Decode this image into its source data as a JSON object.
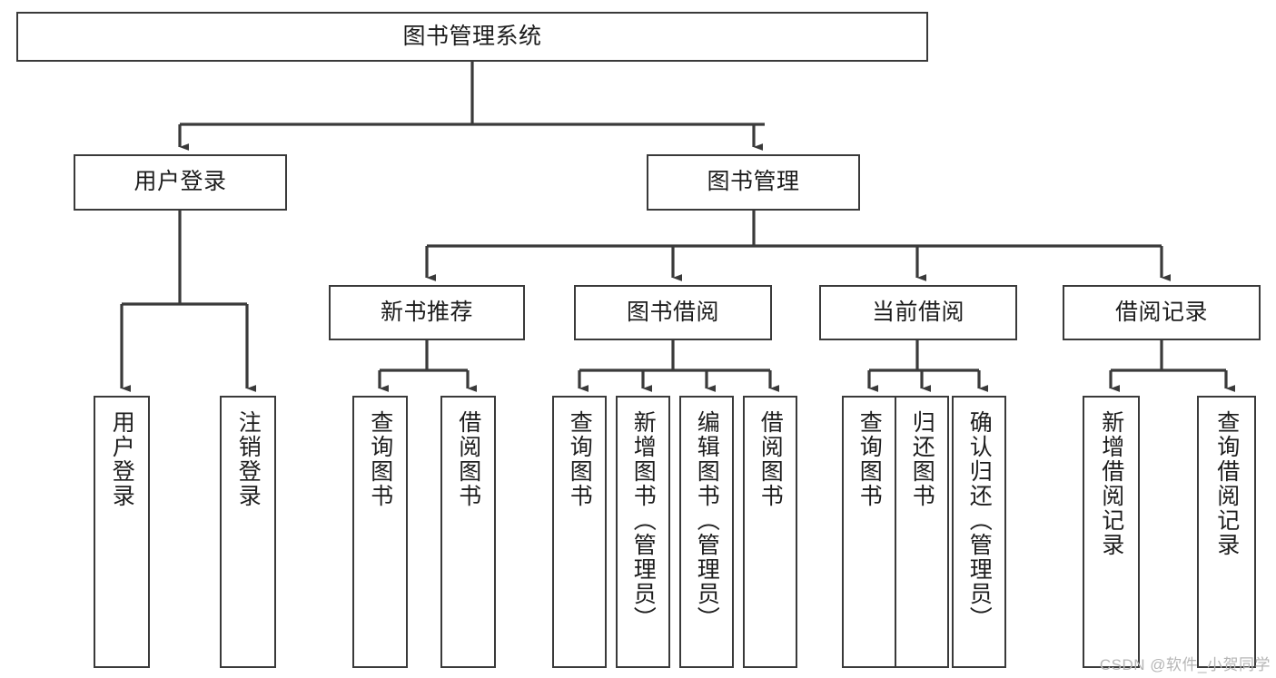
{
  "diagram": {
    "title": "图书管理系统",
    "type": "tree",
    "watermark": "CSDN @软件_小贺同学",
    "colors": {
      "node_border": "#3a3a3a",
      "node_fill": "#ffffff",
      "edge": "#3a3a3a",
      "background": "#ffffff",
      "watermark": "#b6b6b6"
    },
    "levels": {
      "level1": [
        "图书管理系统"
      ],
      "level2": [
        "用户登录",
        "图书管理"
      ],
      "level3": [
        "新书推荐",
        "图书借阅",
        "当前借阅",
        "借阅记录"
      ],
      "level4": [
        "用户登录",
        "注销登录",
        "查询图书",
        "借阅图书",
        "查询图书",
        "新增图书（管理员）",
        "编辑图书（管理员）",
        "借阅图书",
        "查询图书",
        "归还图书",
        "确认归还（管理员）",
        "新增借阅记录",
        "查询借阅记录"
      ]
    },
    "nodes": {
      "root": {
        "label": "图书管理系统"
      },
      "user_login": {
        "label": "用户登录"
      },
      "book_manage": {
        "label": "图书管理"
      },
      "new_book_rec": {
        "label": "新书推荐"
      },
      "book_borrow": {
        "label": "图书借阅"
      },
      "current_borrow": {
        "label": "当前借阅"
      },
      "borrow_record": {
        "label": "借阅记录"
      },
      "leaf_user_login": {
        "label": "用户登录"
      },
      "leaf_logout": {
        "label": "注销登录"
      },
      "leaf_query_book_1": {
        "label": "查询图书"
      },
      "leaf_borrow_book_1": {
        "label": "借阅图书"
      },
      "leaf_query_book_2": {
        "label": "查询图书"
      },
      "leaf_add_book": {
        "label": "新增图书（管理员）"
      },
      "leaf_edit_book": {
        "label": "编辑图书（管理员）"
      },
      "leaf_borrow_book_2": {
        "label": "借阅图书"
      },
      "leaf_query_book_3": {
        "label": "查询图书"
      },
      "leaf_return_book": {
        "label": "归还图书"
      },
      "leaf_confirm_return": {
        "label": "确认归还（管理员）"
      },
      "leaf_add_record": {
        "label": "新增借阅记录"
      },
      "leaf_query_record": {
        "label": "查询借阅记录"
      }
    },
    "edges": [
      {
        "from": "root",
        "to": "user_login"
      },
      {
        "from": "root",
        "to": "book_manage"
      },
      {
        "from": "user_login",
        "to": "leaf_user_login"
      },
      {
        "from": "user_login",
        "to": "leaf_logout"
      },
      {
        "from": "book_manage",
        "to": "new_book_rec"
      },
      {
        "from": "book_manage",
        "to": "book_borrow"
      },
      {
        "from": "book_manage",
        "to": "current_borrow"
      },
      {
        "from": "book_manage",
        "to": "borrow_record"
      },
      {
        "from": "new_book_rec",
        "to": "leaf_query_book_1"
      },
      {
        "from": "new_book_rec",
        "to": "leaf_borrow_book_1"
      },
      {
        "from": "book_borrow",
        "to": "leaf_query_book_2"
      },
      {
        "from": "book_borrow",
        "to": "leaf_add_book"
      },
      {
        "from": "book_borrow",
        "to": "leaf_edit_book"
      },
      {
        "from": "book_borrow",
        "to": "leaf_borrow_book_2"
      },
      {
        "from": "current_borrow",
        "to": "leaf_query_book_3"
      },
      {
        "from": "current_borrow",
        "to": "leaf_return_book"
      },
      {
        "from": "current_borrow",
        "to": "leaf_confirm_return"
      },
      {
        "from": "borrow_record",
        "to": "leaf_add_record"
      },
      {
        "from": "borrow_record",
        "to": "leaf_query_record"
      }
    ]
  }
}
